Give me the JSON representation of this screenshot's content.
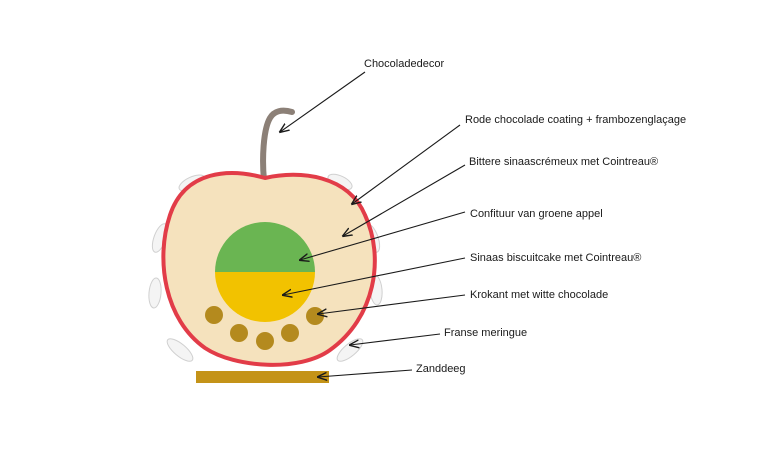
{
  "diagram": {
    "labels": {
      "chocoladedecor": "Chocoladedecor",
      "coating": "Rode chocolade coating + frambozenglaçage",
      "cremeux": "Bittere sinaascrémeux met Cointreau®",
      "confituur": "Confituur van groene appel",
      "biscuit": "Sinaas biscuitcake met Cointreau®",
      "krokant": "Krokant met witte chocolade",
      "meringue": "Franse meringue",
      "zanddeeg": "Zanddeeg"
    },
    "colors": {
      "coating": "#e23c48",
      "filling": "#f5e2bd",
      "confituur": "#6ab552",
      "biscuit": "#f2c200",
      "krokant": "#b48a1e",
      "zanddeeg": "#c49318",
      "stem": "#8c8077",
      "meringue": "#f4f4f4",
      "arrow": "#1a1a1a"
    }
  }
}
